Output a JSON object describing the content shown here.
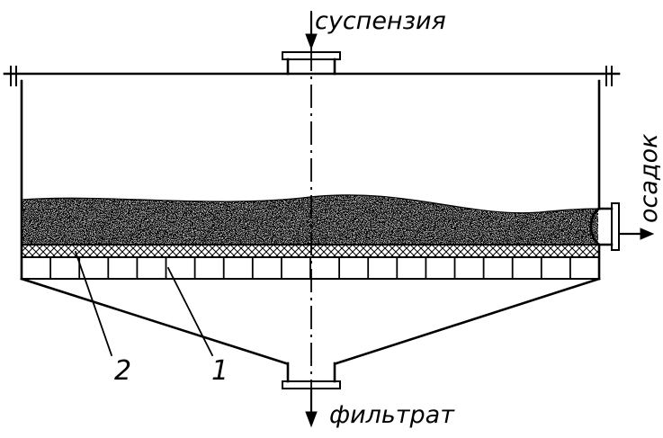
{
  "labels": {
    "inlet": "суспензия",
    "sediment": "осадок",
    "outlet": "фильтрат",
    "filter_cloth_number": "2",
    "grate_number": "1"
  },
  "colors": {
    "stroke": "#000000",
    "background": "#ffffff",
    "sediment_dots": "#000000"
  }
}
